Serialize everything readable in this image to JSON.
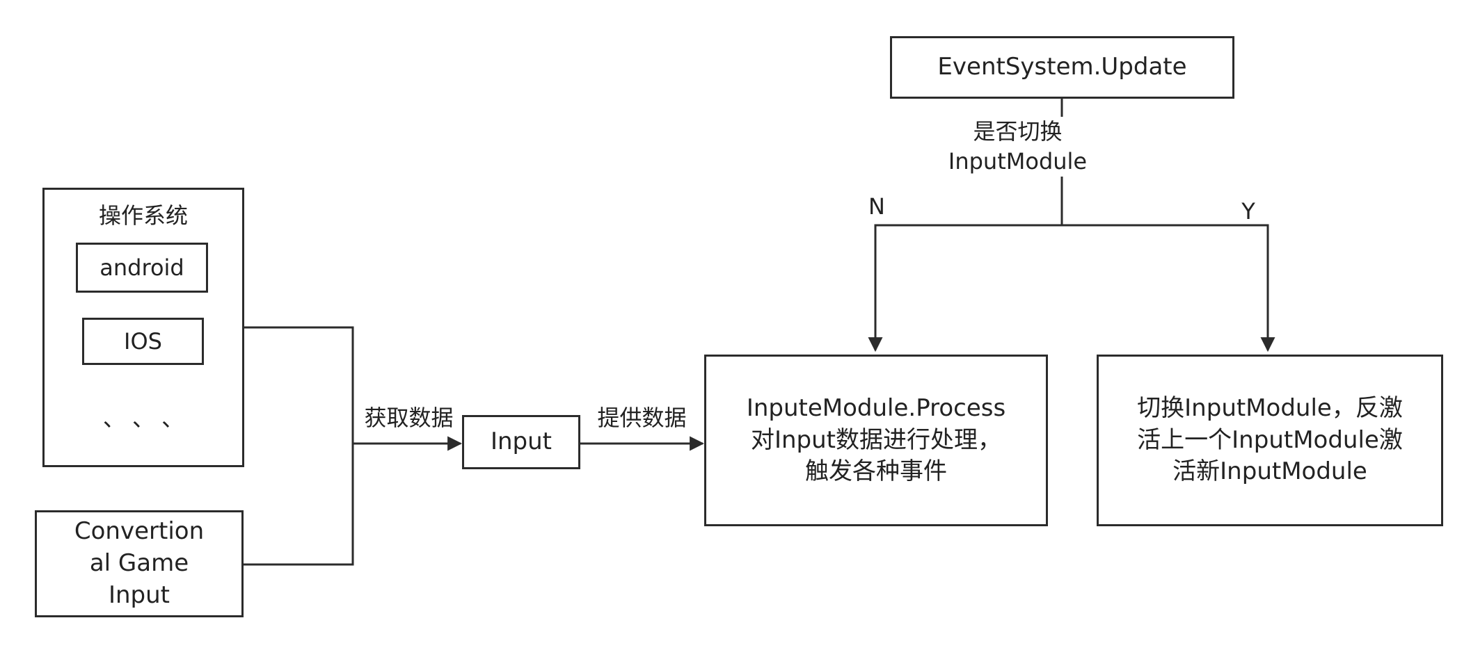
{
  "nodes": {
    "os_group": {
      "title": "操作系统",
      "items": [
        "android",
        "IOS"
      ],
      "more": "、 、 、"
    },
    "conventional_input": "Convertion\nal Game\nInput",
    "input": "Input",
    "event_update": "EventSystem.Update",
    "process": "InputeModule.Process\n对Input数据进行处理，\n触发各种事件",
    "switch_module": "切换InputModule，反激\n活上一个InputModule激\n活新InputModule"
  },
  "edges": {
    "get_data": "获取数据",
    "provide_data": "提供数据",
    "switch_question": "是否切换\nInputModule",
    "no": "N",
    "yes": "Y"
  },
  "colors": {
    "stroke": "#2b2b2b",
    "text": "#222222",
    "background": "#ffffff"
  }
}
